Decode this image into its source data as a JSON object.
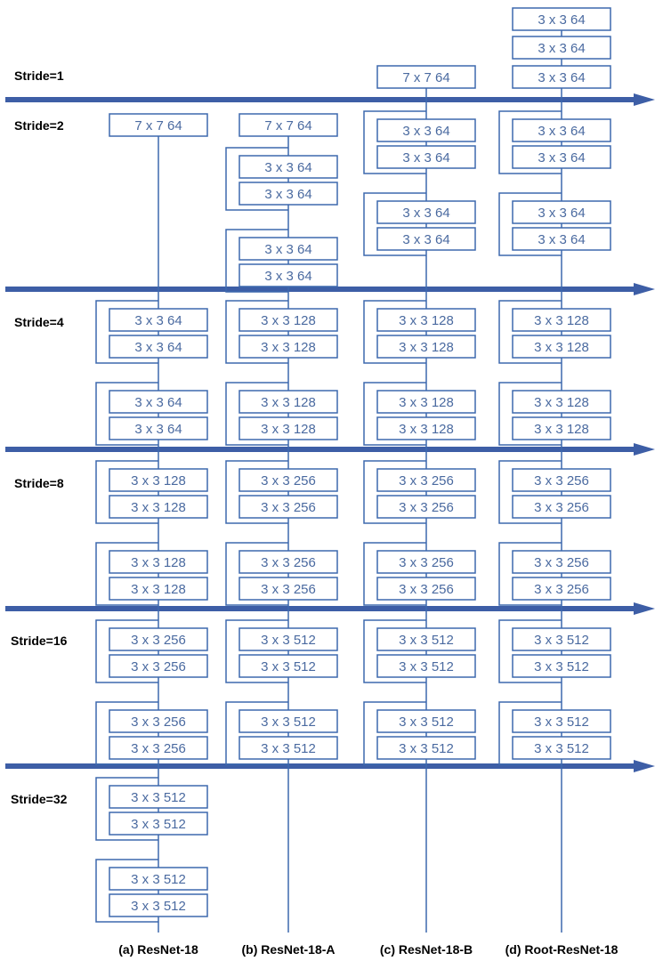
{
  "colors": {
    "line": "#3d68ad",
    "box_border": "#3d68ad",
    "text": "#4a6aa0",
    "arrow": "#3d5ea6",
    "label": "#000000"
  },
  "stride_labels": [
    "Stride=1",
    "Stride=2",
    "Stride=4",
    "Stride=8",
    "Stride=16",
    "Stride=32"
  ],
  "columns": [
    {
      "caption": "(a) ResNet-18",
      "stride1": [],
      "stem": "7 x 7   64",
      "stem_stride": 2,
      "stages": [
        {
          "stride": 4,
          "blocks": [
            [
              "3 x 3   64",
              "3 x 3   64"
            ],
            [
              "3 x 3   64",
              "3 x 3   64"
            ]
          ]
        },
        {
          "stride": 8,
          "blocks": [
            [
              "3 x 3  128",
              "3 x 3  128"
            ],
            [
              "3 x 3  128",
              "3 x 3  128"
            ]
          ]
        },
        {
          "stride": 16,
          "blocks": [
            [
              "3 x 3  256",
              "3 x 3  256"
            ],
            [
              "3 x 3  256",
              "3 x 3  256"
            ]
          ]
        },
        {
          "stride": 32,
          "blocks": [
            [
              "3 x 3  512",
              "3 x 3  512"
            ],
            [
              "3 x 3  512",
              "3 x 3  512"
            ]
          ]
        }
      ]
    },
    {
      "caption": "(b) ResNet-18-A",
      "stride1": [],
      "stem": "7 x 7   64",
      "stem_stride": 2,
      "stages": [
        {
          "stride": 2,
          "blocks": [
            [
              "3 x 3   64",
              "3 x 3   64"
            ],
            [
              "3 x 3   64",
              "3 x 3   64"
            ]
          ]
        },
        {
          "stride": 4,
          "blocks": [
            [
              "3 x 3  128",
              "3 x 3  128"
            ],
            [
              "3 x 3  128",
              "3 x 3  128"
            ]
          ]
        },
        {
          "stride": 8,
          "blocks": [
            [
              "3 x 3  256",
              "3 x 3  256"
            ],
            [
              "3 x 3  256",
              "3 x 3  256"
            ]
          ]
        },
        {
          "stride": 16,
          "blocks": [
            [
              "3 x 3  512",
              "3 x 3  512"
            ],
            [
              "3 x 3  512",
              "3 x 3  512"
            ]
          ]
        }
      ]
    },
    {
      "caption": "(c) ResNet-18-B",
      "stride1": [],
      "stem": "7 x 7   64",
      "stem_stride": 1,
      "stages": [
        {
          "stride": 2,
          "blocks": [
            [
              "3 x 3   64",
              "3 x 3   64"
            ],
            [
              "3 x 3   64",
              "3 x 3   64"
            ]
          ]
        },
        {
          "stride": 4,
          "blocks": [
            [
              "3 x 3  128",
              "3 x 3  128"
            ],
            [
              "3 x 3  128",
              "3 x 3  128"
            ]
          ]
        },
        {
          "stride": 8,
          "blocks": [
            [
              "3 x 3  256",
              "3 x 3  256"
            ],
            [
              "3 x 3  256",
              "3 x 3  256"
            ]
          ]
        },
        {
          "stride": 16,
          "blocks": [
            [
              "3 x 3  512",
              "3 x 3  512"
            ],
            [
              "3 x 3  512",
              "3 x 3  512"
            ]
          ]
        }
      ]
    },
    {
      "caption": "(d) Root-ResNet-18",
      "stride1": [
        "3 x 3   64",
        "3 x 3   64",
        "3 x 3   64"
      ],
      "stem": "",
      "stem_stride": 1,
      "stages": [
        {
          "stride": 2,
          "blocks": [
            [
              "3 x 3   64",
              "3 x 3   64"
            ],
            [
              "3 x 3   64",
              "3 x 3   64"
            ]
          ]
        },
        {
          "stride": 4,
          "blocks": [
            [
              "3 x 3  128",
              "3 x 3  128"
            ],
            [
              "3 x 3  128",
              "3 x 3  128"
            ]
          ]
        },
        {
          "stride": 8,
          "blocks": [
            [
              "3 x 3  256",
              "3 x 3  256"
            ],
            [
              "3 x 3  256",
              "3 x 3  256"
            ]
          ]
        },
        {
          "stride": 16,
          "blocks": [
            [
              "3 x 3  512",
              "3 x 3  512"
            ],
            [
              "3 x 3  512",
              "3 x 3  512"
            ]
          ]
        }
      ]
    }
  ]
}
